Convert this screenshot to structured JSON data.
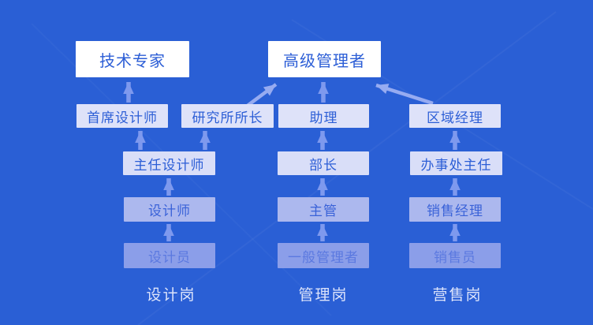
{
  "colors": {
    "background": "#2a5fd5",
    "arrow": "#7e99ee",
    "arrow_diagonal": "#96abf1",
    "node_text_blue": "#2c5ed6",
    "top_node_background": "#ffffff",
    "level2_background": "#dee2f9",
    "level3_background": "#d9def8",
    "level4_background": "#acb8ee",
    "level5_background": "#8b9ee9",
    "footer_text": "#dde4fb"
  },
  "diagram": {
    "top": {
      "tech_expert": "技术专家",
      "senior_manager": "高级管理者"
    },
    "design_track": {
      "chief_designer": "首席设计师",
      "institute_director": "研究所所长",
      "lead_designer": "主任设计师",
      "designer": "设计师",
      "design_staff": "设计员",
      "footer": "设计岗"
    },
    "management_track": {
      "assistant": "助理",
      "minister": "部长",
      "supervisor": "主管",
      "general_manager": "一般管理者",
      "footer": "管理岗"
    },
    "sales_track": {
      "regional_manager": "区域经理",
      "office_director": "办事处主任",
      "sales_manager": "销售经理",
      "salesperson": "销售员",
      "footer": "营售岗"
    },
    "edges": [
      {
        "from": "首席设计师",
        "to": "技术专家"
      },
      {
        "from": "研究所所长",
        "to": "高级管理者"
      },
      {
        "from": "助理",
        "to": "高级管理者"
      },
      {
        "from": "区域经理",
        "to": "高级管理者"
      },
      {
        "from": "主任设计师",
        "to": "首席设计师"
      },
      {
        "from": "主任设计师",
        "to": "研究所所长"
      },
      {
        "from": "部长",
        "to": "助理"
      },
      {
        "from": "办事处主任",
        "to": "区域经理"
      },
      {
        "from": "设计师",
        "to": "主任设计师"
      },
      {
        "from": "主管",
        "to": "部长"
      },
      {
        "from": "销售经理",
        "to": "办事处主任"
      },
      {
        "from": "设计员",
        "to": "设计师"
      },
      {
        "from": "一般管理者",
        "to": "主管"
      },
      {
        "from": "销售员",
        "to": "销售经理"
      }
    ]
  }
}
